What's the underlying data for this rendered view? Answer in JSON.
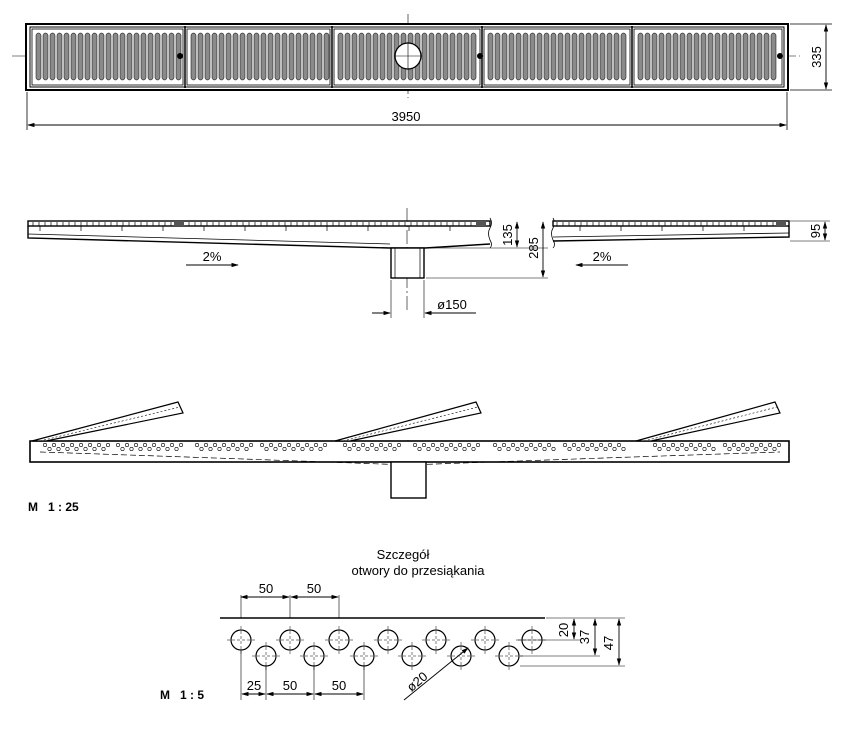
{
  "views": {
    "top": {
      "length_label": "3950",
      "width_label": "335"
    },
    "side": {
      "slope_left": "2%",
      "slope_right": "2%",
      "dim_135": "135",
      "dim_285": "285",
      "dim_95": "95",
      "outlet_diameter": "ø150"
    },
    "front": {
      "scale_label": "M   1 : 25"
    }
  },
  "detail": {
    "title_line1": "Szczegół",
    "title_line2": "otwory do przesiąkania",
    "top_spacing_1": "50",
    "top_spacing_2": "50",
    "bottom_spacing_1": "25",
    "bottom_spacing_2": "50",
    "bottom_spacing_3": "50",
    "height_20": "20",
    "height_37": "37",
    "height_47": "47",
    "hole_diameter": "ø20",
    "scale_label": "M   1 : 5"
  }
}
